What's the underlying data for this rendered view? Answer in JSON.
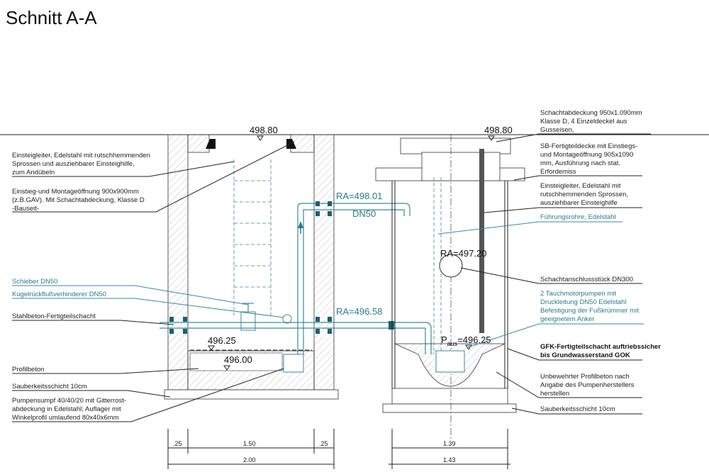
{
  "title": "Schnitt A-A",
  "levels": {
    "left_top": "498.80",
    "right_top": "498.80",
    "ra_top": "RA=498.01",
    "dn_top": "DN50",
    "ra_mid": "RA=496.58",
    "left_water": "496.25",
    "left_bottom": "496.00",
    "ra_connector": "RA=497.20",
    "p_aus_prefix": "P",
    "p_aus_sub": "aus",
    "p_aus_value": "=496.25"
  },
  "left_labels": [
    {
      "lines": [
        "Einsteigleiter, Edelstahl mit rutschhemmenden",
        "Sprossen und ausziehbarer Einsteighilfe,",
        "zum Andübeln"
      ]
    },
    {
      "lines": [
        "Einstieg-und Montageöffnung  900x900mm",
        "(z.B.GAV). Mit Schachtabdeckung, Klasse D",
        "-Bauseit-"
      ]
    },
    {
      "lines": [
        "Schieber DN50"
      ]
    },
    {
      "lines": [
        "Kugelrückflußverhinderer DN50"
      ]
    },
    {
      "lines": [
        "Stahlbeton-Fertigteilschacht"
      ]
    },
    {
      "lines": [
        "Profilbeton"
      ]
    },
    {
      "lines": [
        "Sauberkeitsschicht 10cm"
      ]
    },
    {
      "lines": [
        "Pumpensumpf 40/40/20 mit Gitterrost-",
        "abdeckung in Edelstahl; Auflager mit",
        "Winkelprofil umlaufend 80x40x6mm"
      ]
    }
  ],
  "right_labels": [
    {
      "lines": [
        "Schachtabdeckung 950x1.090mm",
        "Klasse D, 4 Einzeldeckel aus",
        "Gusseisen,"
      ]
    },
    {
      "lines": [
        "SB-Fertigteildecke mit Einstiegs-",
        "und Montageöffnung 905x1090",
        "mm, Ausführung nach stat.",
        "Erfordemiss"
      ]
    },
    {
      "lines": [
        "Einsteigleiter, Edelstahl mit",
        "rutschhemmenden Sprossen,",
        "ausziehbarer Einsteighilfe"
      ]
    },
    {
      "lines": [
        "Führungsrohre, Edelstahl"
      ]
    },
    {
      "lines": [
        "Schachtanschlussstück DN300"
      ]
    },
    {
      "lines": [
        "2 Tauchmotorpumpen mit",
        "Druckleitung DN50 Edelstahl",
        "Befestigung der Fußkrümmer mit",
        "geeignetem Anker"
      ]
    },
    {
      "lines": [
        "GFK-Fertigteilschacht auftriebssicher",
        "bis Grundwasserstand GOK"
      ]
    },
    {
      "lines": [
        "Unbewehrter Profilbeton nach",
        "Angabe des Pumpenherstellers",
        "herstellen"
      ]
    },
    {
      "lines": [
        "Sauberkeitsschicht 10cm"
      ]
    }
  ],
  "dimensions": {
    "left_wall_a": ".25",
    "left_inner": "1.50",
    "left_wall_b": ".25",
    "left_total": "2.00",
    "right_inner": "1.39",
    "right_total": "1.43"
  }
}
